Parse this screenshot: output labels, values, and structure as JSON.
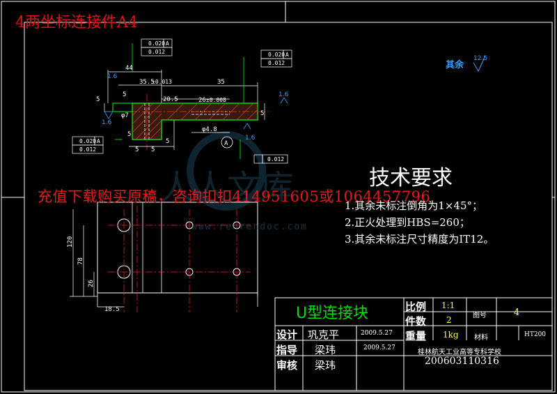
{
  "header": {
    "title": "4两坐标连接件A4"
  },
  "watermark": {
    "purchase_text": "充值下载购买原稿，咨询扣扣414951605或1064457796",
    "site_text": "www.renrendoc.com",
    "logo_text": "人人文库"
  },
  "roughness_note": {
    "label": "其余",
    "value": "12.5"
  },
  "drawing": {
    "dimensions": {
      "d44": "44",
      "d35_5": "35.5",
      "d35_5_tol": "±0.013",
      "d35": "35",
      "d20_5": "20.5",
      "d26": "26",
      "d26_tol": "±0.008",
      "d5a": "5",
      "d5b": "5",
      "d5c": "5",
      "d5d": "5",
      "d5e": "5",
      "d5f": "5",
      "d5g": "5",
      "phi7": "φ7",
      "phi4_8": "φ4.8",
      "d120": "120",
      "d78": "78",
      "d26v": "26",
      "d18_5": "18.5",
      "datum_a": "A"
    },
    "tolerances": {
      "top_flat_val": "0.020",
      "top_flat_ref": "A",
      "top_par_val": "0.012",
      "right_flat_val": "0.020",
      "right_flat_ref": "A",
      "right_par_val": "0.012",
      "left_flat_val": "0.020",
      "left_flat_ref": "A",
      "left_par_val": "0.012",
      "bottom_val": "0.012"
    },
    "roughness": {
      "r1": "1.6",
      "r2": "1.6",
      "r3": "1.6",
      "r4": "1.6"
    }
  },
  "tech_requirements": {
    "title": "技术要求",
    "items": [
      "1.其余未标注倒角为1×45°；",
      "2.正火处理到HBS=260；",
      "3.其余未标注尺寸精度为IT12。"
    ]
  },
  "title_block": {
    "part_name": "U型连接块",
    "scale_label": "比例",
    "scale_value": "1:1",
    "qty_label": "件数",
    "qty_value": "2",
    "weight_label": "重量",
    "weight_value": "1kg",
    "drawing_no_label": "图号",
    "drawing_no_value": "4",
    "material_label": "材料",
    "material_value": "HT200",
    "design_label": "设计",
    "designer": "巩克平",
    "design_date": "2009.5.27",
    "guide_label": "指导",
    "guide_name": "梁玮",
    "guide_date": "2009.5.27",
    "review_label": "审核",
    "reviewer": "梁玮",
    "school": "桂林航天工业高等专科学校",
    "student_id": "200603110316"
  },
  "colors": {
    "background": "#000000",
    "outline": "#00ff00",
    "frame": "#ffffff",
    "centerline": "#ff2020",
    "dimension": "#ffffff",
    "annotation_blue": "#3aa0ff",
    "title_red": "#e01010"
  }
}
